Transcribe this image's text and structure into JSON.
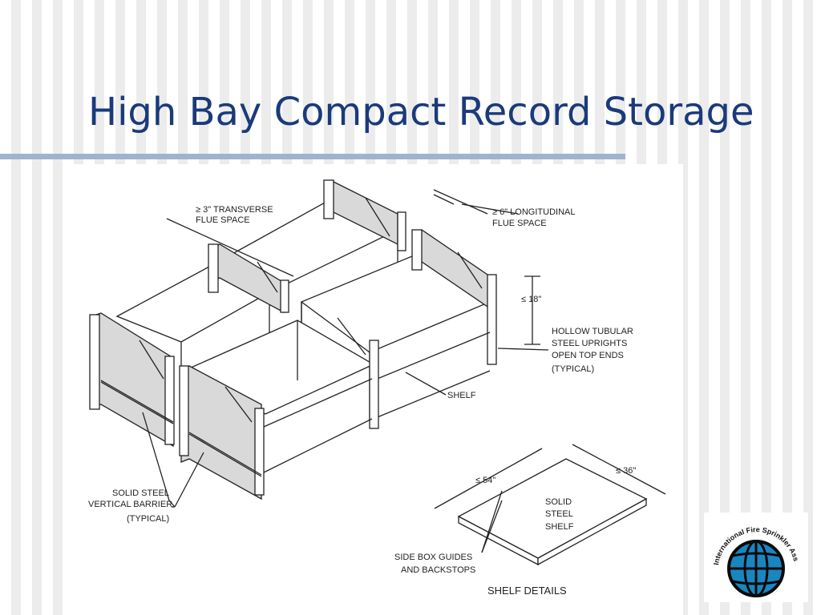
{
  "slide": {
    "title": "High Bay Compact Record Storage"
  },
  "diagram": {
    "labels": {
      "transverse_1": "≥ 3\" TRANSVERSE",
      "transverse_2": "FLUE SPACE",
      "longitudinal_1": "≥ 6\" LONGITUDINAL",
      "longitudinal_2": "FLUE SPACE",
      "height": "≤ 18\"",
      "uprights_1": "HOLLOW TUBULAR",
      "uprights_2": "STEEL UPRIGHTS",
      "uprights_3": "OPEN TOP ENDS",
      "uprights_4": "(TYPICAL)",
      "shelf": "SHELF",
      "barrier_1": "SOLID STEEL",
      "barrier_2": "VERTICAL BARRIER",
      "barrier_3": "(TYPICAL)",
      "shelf_length": "≤ 54\"",
      "shelf_depth": "≤ 36\"",
      "solid_1": "SOLID",
      "solid_2": "STEEL",
      "solid_3": "SHELF",
      "guides_1": "SIDE BOX GUIDES",
      "guides_2": "AND BACKSTOPS",
      "shelf_details": "SHELF DETAILS"
    }
  },
  "logo": {
    "text": "International Fire Sprinkler Association, Ltd."
  }
}
